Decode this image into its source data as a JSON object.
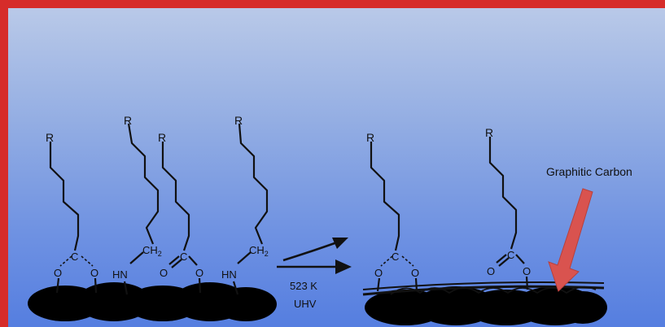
{
  "labels": {
    "r": "R",
    "o": "O",
    "c": "C",
    "hn": "HN",
    "ch2_c": "CH",
    "ch2_sub": "2"
  },
  "conditions": {
    "temperature": "523 K",
    "environment": "UHV"
  },
  "annotation": {
    "graphitic_carbon": "Graphitic Carbon"
  },
  "colors": {
    "frame_border": "#d62c2a",
    "background_top": "#b9c9e8",
    "background_bottom": "#557ee0",
    "arrow_annotation": "#d9534f",
    "ink": "#111111"
  },
  "icons": {
    "reaction_arrow": "curved-arrow-icon",
    "pointer_arrow": "pointer-arrow-icon"
  }
}
